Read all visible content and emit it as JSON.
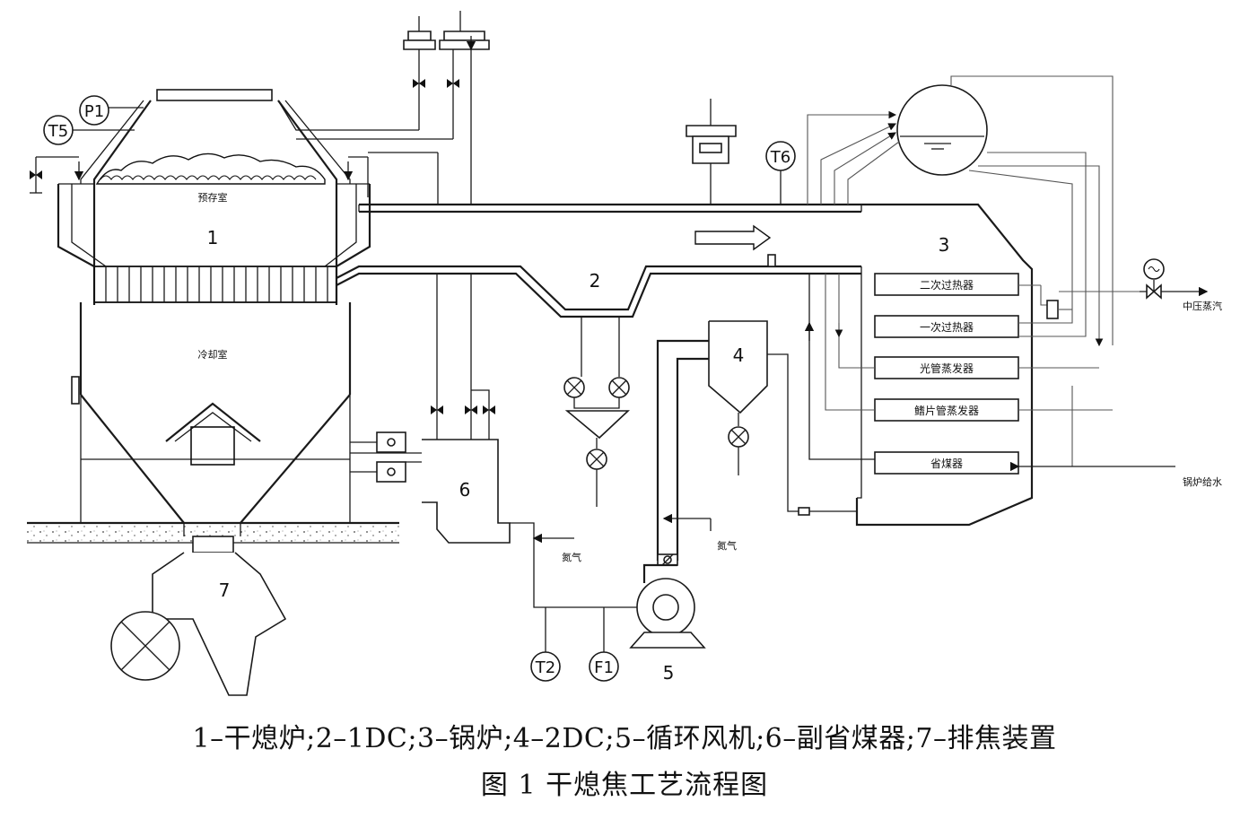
{
  "components": {
    "c1": "1",
    "c2": "2",
    "c3": "3",
    "c4": "4",
    "c5": "5",
    "c6": "6",
    "c7": "7"
  },
  "chambers": {
    "pre_chamber": "预存室",
    "cooling_chamber": "冷却室"
  },
  "instruments": {
    "p1": "P1",
    "t5": "T5",
    "t6": "T6",
    "t2": "T2",
    "f1": "F1"
  },
  "boiler_sections": {
    "secondary_superheater": "二次过热器",
    "primary_superheater": "一次过热器",
    "bare_tube_evaporator": "光管蒸发器",
    "finned_tube_evaporator": "鳍片管蒸发器",
    "economizer": "省煤器"
  },
  "streams": {
    "nitrogen_1": "氮气",
    "nitrogen_2": "氮气",
    "medium_pressure_steam": "中压蒸汽",
    "boiler_feedwater": "锅炉给水"
  },
  "caption": {
    "legend": "1–干熄炉;2–1DC;3–锅炉;4–2DC;5–循环风机;6–副省煤器;7–排焦装置",
    "title": "图 1  干熄焦工艺流程图"
  }
}
